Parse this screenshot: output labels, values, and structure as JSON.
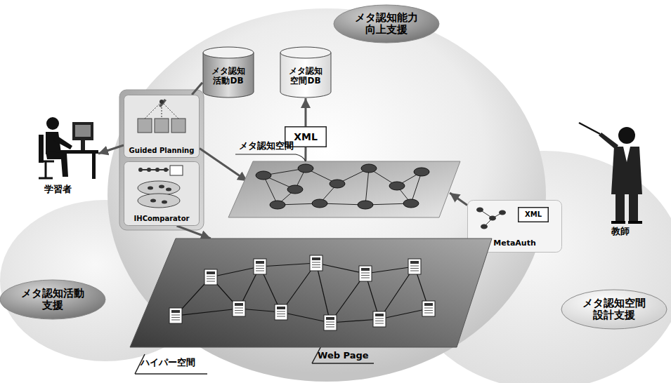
{
  "diagram": {
    "nodes": [
      {
        "text": [
          "メタ認知能力 向上支援"
        ]
      },
      {
        "text": [
          "メタ認知 活動DB"
        ]
      },
      {
        "text": [
          "メタ認知 空間DB"
        ]
      },
      {
        "text": [
          "Guided Planning"
        ]
      },
      {
        "text": [
          "IHComparator"
        ]
      },
      {
        "text": [
          "XML"
        ]
      },
      {
        "text": [
          "メタ認知空間"
        ]
      },
      {
        "text": [
          "学習者"
        ]
      },
      {
        "text": [
          "MetaAuth"
        ]
      },
      {
        "text": [
          "XML"
        ],
        "in": 8
      },
      {
        "text": [
          "教師"
        ]
      },
      {
        "text": [
          "メタ認知活動 支援"
        ]
      },
      {
        "text": [
          "ハイパー空間"
        ]
      },
      {
        "text": [
          "メタ認知空間 設計支援"
        ]
      }
    ],
    "edges": [
      {
        "from": 3,
        "to": 7,
        "arrow": "to"
      },
      {
        "from": 3,
        "to": 1,
        "arrow": "none"
      },
      {
        "from": 3,
        "to": 6,
        "arrow": "to"
      },
      {
        "from": 4,
        "to": 12,
        "arrow": "to"
      },
      {
        "from": 6,
        "to": 5,
        "arrow": "none"
      },
      {
        "from": 5,
        "to": 2,
        "arrow": "to"
      },
      {
        "from": 8,
        "to": 6,
        "arrow": "to"
      },
      {
        "from": 8,
        "to": 12,
        "arrow": "none"
      }
    ],
    "labels": [
      "Web Page"
    ]
  }
}
